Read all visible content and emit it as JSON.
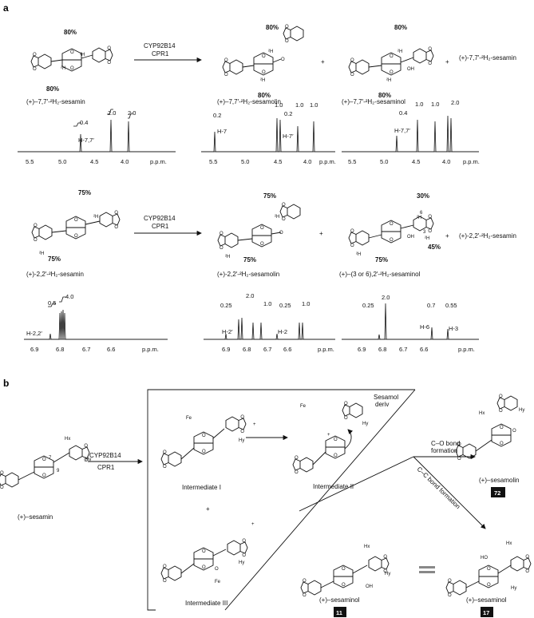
{
  "panels": {
    "a": "a",
    "b": "b"
  },
  "enzyme": {
    "name": "CYP92B14",
    "partner": "CPR1"
  },
  "row1": {
    "substrate": "(+)–7,7′-²H₂-sesamin",
    "substrate_pct_top": "80%",
    "substrate_pct_bottom": "80%",
    "product1": "(+)–7,7′-²H₂-sesamolin",
    "product1_pct_top": "80%",
    "product1_pct_bottom": "80%",
    "product2": "(+)–7,7′-²H₂-sesaminol",
    "product2_pct_top": "80%",
    "product2_pct_bottom": "80%",
    "product3": "(+)-7,7′-²H₂-sesamin",
    "plus": "+"
  },
  "row2": {
    "substrate": "(+)-2,2′-²H₂-sesamin",
    "substrate_pct_top": "75%",
    "substrate_pct_bottom": "75%",
    "product1": "(+)-2,2′-²H₂-sesamolin",
    "product1_pct_top": "75%",
    "product1_pct_bottom": "75%",
    "product2": "(+)–(3 or 6),2′-²H₂-sesaminol",
    "product2_pct_top": "30%",
    "product2_pct_mid": "45%",
    "product2_pct_bottom": "75%",
    "product3": "(+)-2,2′-²H₂-sesamin",
    "plus": "+"
  },
  "spectra_row1": [
    {
      "ticks": [
        "5.5",
        "5.0",
        "4.5",
        "4.0"
      ],
      "unit": "p.p.m.",
      "integrals": [
        "0.4",
        "2.0",
        "2.0"
      ],
      "labels": [
        "H-7,7′"
      ]
    },
    {
      "ticks": [
        "5.5",
        "5.0",
        "4.5",
        "4.0"
      ],
      "unit": "p.p.m.",
      "integrals": [
        "0.2",
        "1.0",
        "0.2",
        "1.0",
        "1.0"
      ],
      "labels": [
        "H-7",
        "H-7′"
      ]
    },
    {
      "ticks": [
        "5.5",
        "5.0",
        "4.5",
        "4.0"
      ],
      "unit": "p.p.m.",
      "integrals": [
        "0.4",
        "1.0",
        "1.0",
        "2.0"
      ],
      "labels": [
        "H-7,7′"
      ]
    }
  ],
  "spectra_row2": [
    {
      "ticks": [
        "6.9",
        "6.8",
        "6.7",
        "6.6"
      ],
      "unit": "p.p.m.",
      "integrals": [
        "0.5",
        "4.0"
      ],
      "labels": [
        "H-2,2′"
      ]
    },
    {
      "ticks": [
        "6.9",
        "6.8",
        "6.7",
        "6.6"
      ],
      "unit": "p.p.m.",
      "integrals": [
        "0.25",
        "2.0",
        "1.0",
        "0.25",
        "1.0"
      ],
      "labels": [
        "H-2′",
        "H-2"
      ]
    },
    {
      "ticks": [
        "6.9",
        "6.8",
        "6.7",
        "6.6"
      ],
      "unit": "p.p.m.",
      "integrals": [
        "0.25",
        "2.0",
        "0.7",
        "0.55"
      ],
      "labels": [
        "H-6",
        "H-3"
      ]
    }
  ],
  "panel_b": {
    "start": "(+)–sesamin",
    "intermediate1": "Intermediate I",
    "intermediate2": "Intermediate II",
    "intermediate3": "Intermediate III",
    "sesamol_deriv": "Sesamol\nderiv",
    "co_bond": "C–O bond\nformation",
    "cc_bond": "C–C bond formation",
    "sesamolin": "(+)–sesamolin",
    "sesamolin_num": "72",
    "sesaminol_a": "(+)–sesaminol",
    "sesaminol_a_num": "11",
    "sesaminol_b": "(+)–sesaminol",
    "sesaminol_b_num": "17",
    "plus": "+"
  }
}
